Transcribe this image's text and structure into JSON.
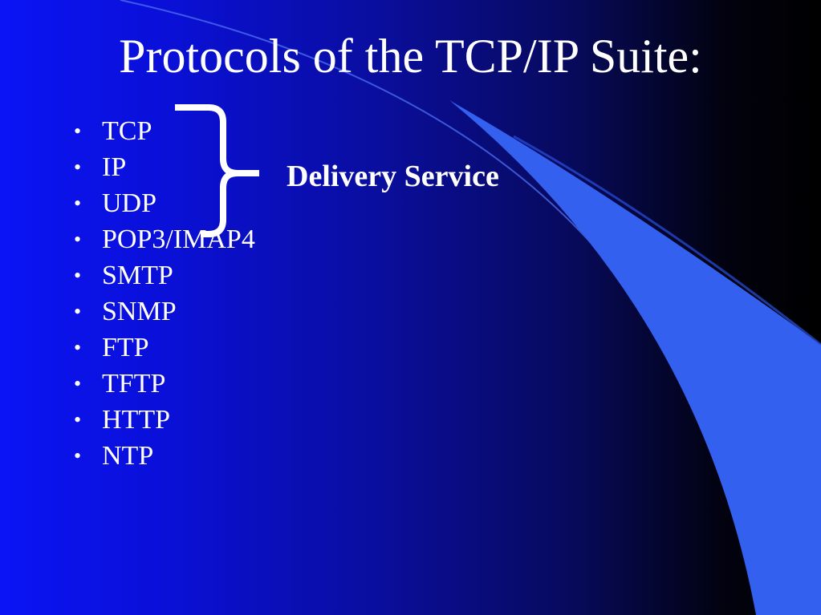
{
  "slide": {
    "title": "Protocols of the TCP/IP Suite:",
    "protocols": [
      {
        "label": "TCP"
      },
      {
        "label": "IP"
      },
      {
        "label": "UDP"
      },
      {
        "label": "POP3/IMAP4"
      },
      {
        "label": "SMTP"
      },
      {
        "label": "SNMP"
      },
      {
        "label": "FTP"
      },
      {
        "label": "TFTP"
      },
      {
        "label": "HTTP"
      },
      {
        "label": "NTP"
      }
    ],
    "bullet_glyph": "•",
    "brace_label": "Delivery Service",
    "brace_icon": "right-curly-brace-icon"
  },
  "colors": {
    "text": "#ffffff",
    "bg_left": "#0a14f5",
    "bg_right": "#000000",
    "swoosh": "#3460f0",
    "swoosh_line": "#4a6cf0"
  }
}
